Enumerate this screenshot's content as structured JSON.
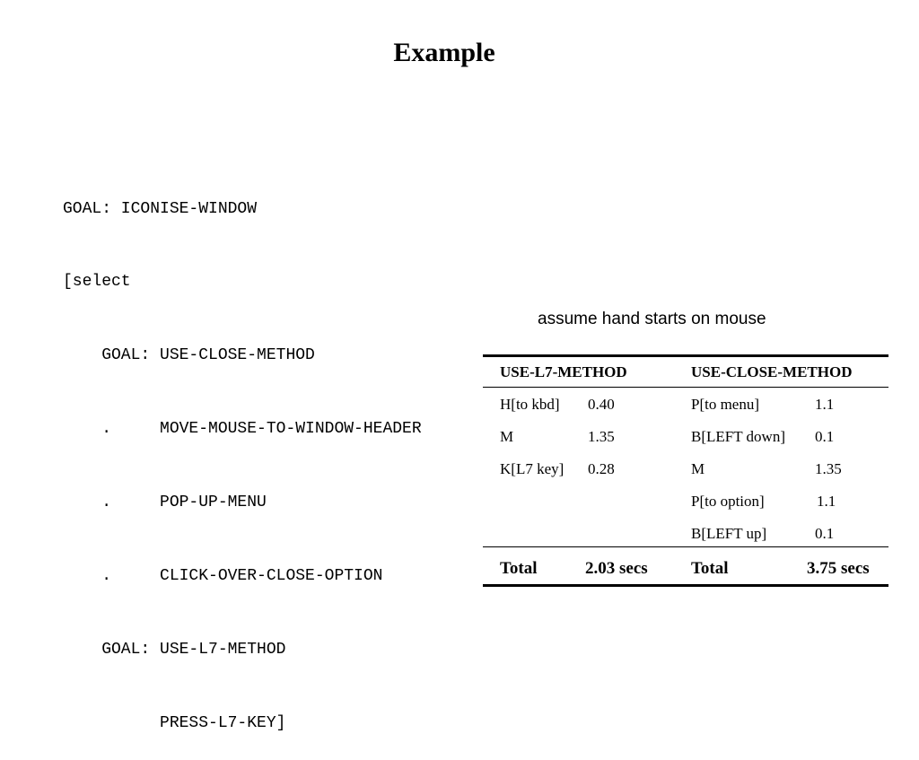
{
  "title": "Example",
  "code_lines": [
    "GOAL: ICONISE-WINDOW",
    "[select",
    "    GOAL: USE-CLOSE-METHOD",
    "    .     MOVE-MOUSE-TO-WINDOW-HEADER",
    "    .     POP-UP-MENU",
    "    .     CLICK-OVER-CLOSE-OPTION",
    "    GOAL: USE-L7-METHOD",
    "          PRESS-L7-KEY]"
  ],
  "note": "assume hand starts on mouse",
  "table": {
    "headers": [
      "USE-L7-METHOD",
      "USE-CLOSE-METHOD"
    ],
    "l7_rows": [
      {
        "op": "H[to kbd]",
        "time": "0.40"
      },
      {
        "op": "M",
        "time": "1.35"
      },
      {
        "op": "K[L7 key]",
        "time": "0.28"
      }
    ],
    "close_rows": [
      {
        "op": "P[to menu]",
        "time": "1.1"
      },
      {
        "op": "B[LEFT down]",
        "time": "0.1"
      },
      {
        "op": "M",
        "time": "1.35"
      },
      {
        "op": "P[to option]",
        "time": "1.1"
      },
      {
        "op": "B[LEFT up]",
        "time": "0.1"
      }
    ],
    "totals": {
      "l7_label": "Total",
      "l7_value": "2.03 secs",
      "close_label": "Total",
      "close_value": "3.75 secs"
    }
  }
}
